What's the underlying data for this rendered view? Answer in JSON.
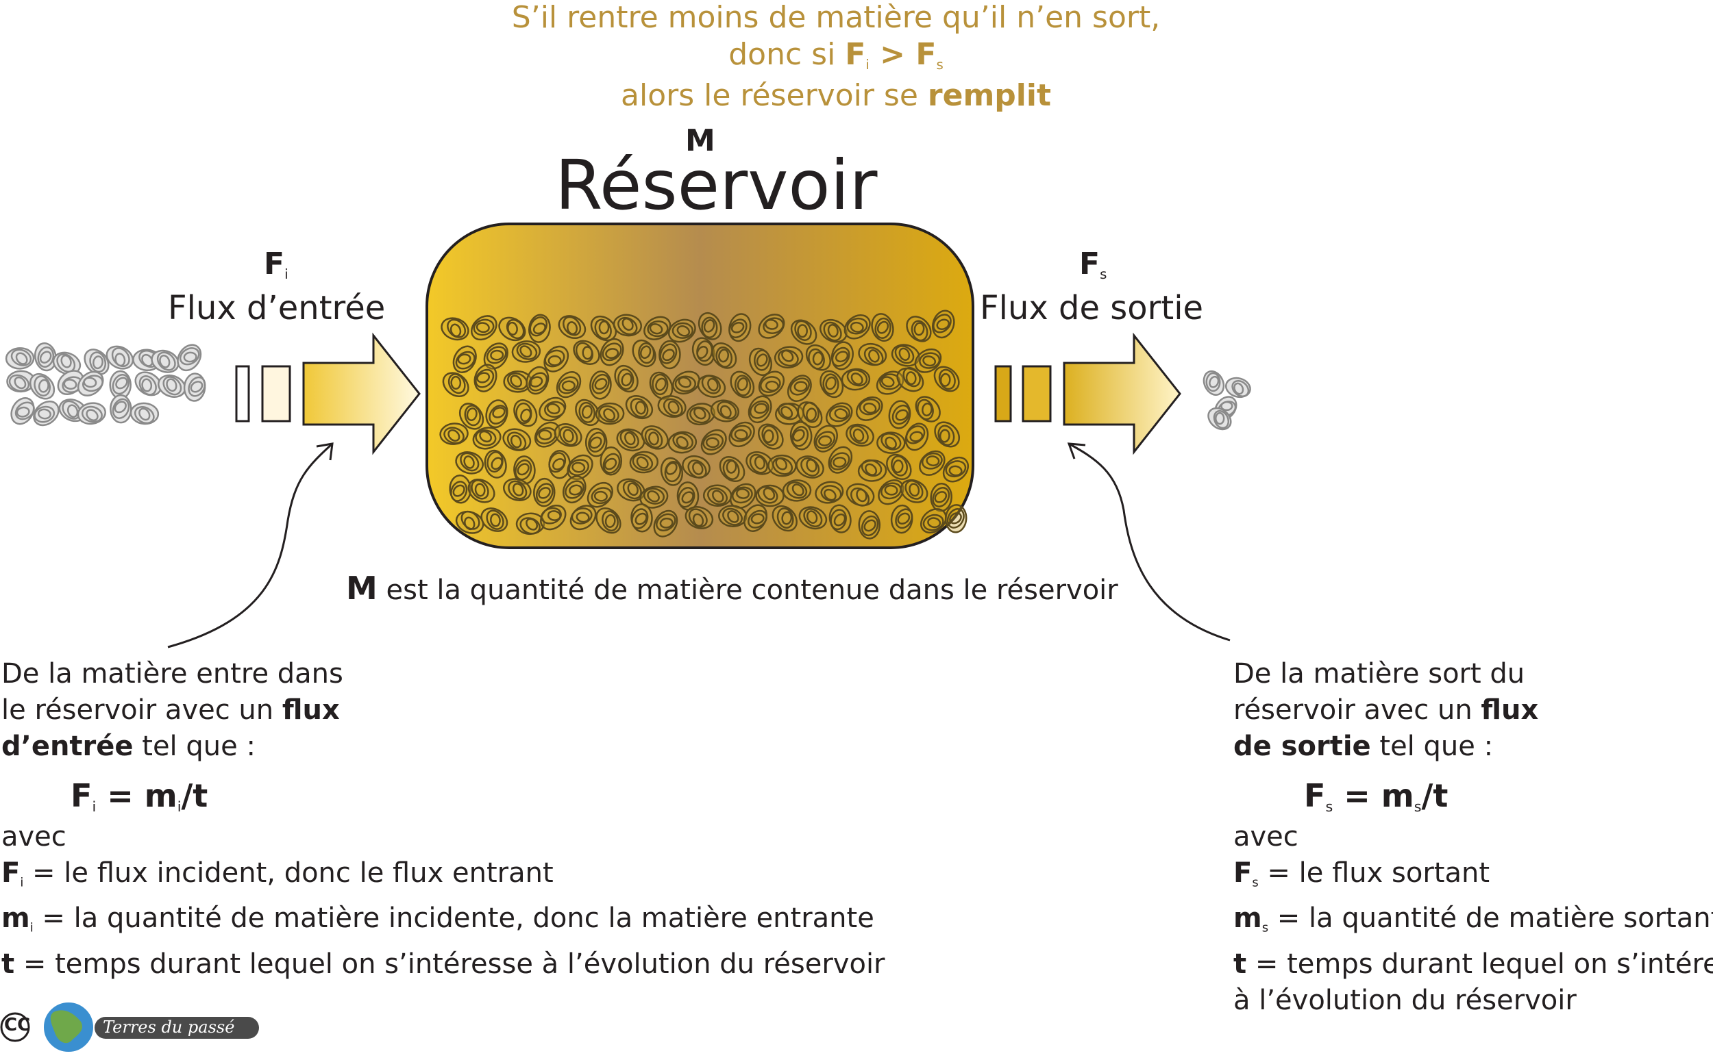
{
  "condition": {
    "line1": "S’il rentre moins de matière qu’il n’en sort,",
    "line2_pre": "donc si ",
    "F": "F",
    "sub_i": "i",
    "gt": " > ",
    "sub_s": "s",
    "line3_pre": "alors le réservoir se ",
    "line3_bold": "remplit"
  },
  "reservoir": {
    "symbol": "M",
    "title": "Réservoir",
    "caption_symbol": "M",
    "caption_text": " est la quantité de matière contenue dans le réservoir"
  },
  "inflow": {
    "symbol": "F",
    "subscript": "i",
    "label": "Flux d’entrée",
    "desc_line1": "De la matière entre dans",
    "desc_line2_pre": "le réservoir avec un ",
    "desc_line2_bold": "flux",
    "desc_line3_bold": "d’entrée",
    "desc_line3_post": " tel que :",
    "eq_F": "F",
    "eq_sub": "i",
    "eq_mid": " = m",
    "eq_sub2": "i",
    "eq_end": "/t",
    "avec": "avec",
    "def1_sym": "F",
    "def1_sub": "i",
    "def1_text": " = le flux incident, donc le flux entrant",
    "def2_sym": "m",
    "def2_sub": "i",
    "def2_text": " = la quantité de matière incidente, donc la matière entrante",
    "def3_sym": "t",
    "def3_text": " = temps durant lequel on s’intéresse à l’évolution du réservoir"
  },
  "outflow": {
    "symbol": "F",
    "subscript": "s",
    "label": "Flux de sortie",
    "desc_line1": "De la matière sort du",
    "desc_line2_pre": "réservoir avec un ",
    "desc_line2_bold": "flux",
    "desc_line3_bold": "de sortie",
    "desc_line3_post": " tel que :",
    "eq_F": "F",
    "eq_sub": "s",
    "eq_mid": " = m",
    "eq_sub2": "s",
    "eq_end": "/t",
    "avec": "avec",
    "def1_sym": "F",
    "def1_sub": "s",
    "def1_text": " = le flux sortant",
    "def2_sym": "m",
    "def2_sub": "s",
    "def2_text": " = la quantité de matière sortante",
    "def3_sym": "t",
    "def3_text": " = temps durant lequel on s’intéresse",
    "def3_line2": "à l’évolution du réservoir"
  },
  "footer": {
    "license": "CC",
    "brand": "Terres du passé"
  },
  "colors": {
    "condition_text": "#b8913a",
    "reservoir_gold": "#e0b020",
    "reservoir_mid": "#b48c50",
    "arrow_light": "#fff8d8",
    "arrow_dark": "#e8c030",
    "pellet_silver": "#a8a8a8",
    "pellet_dark": "#5a4a20"
  }
}
